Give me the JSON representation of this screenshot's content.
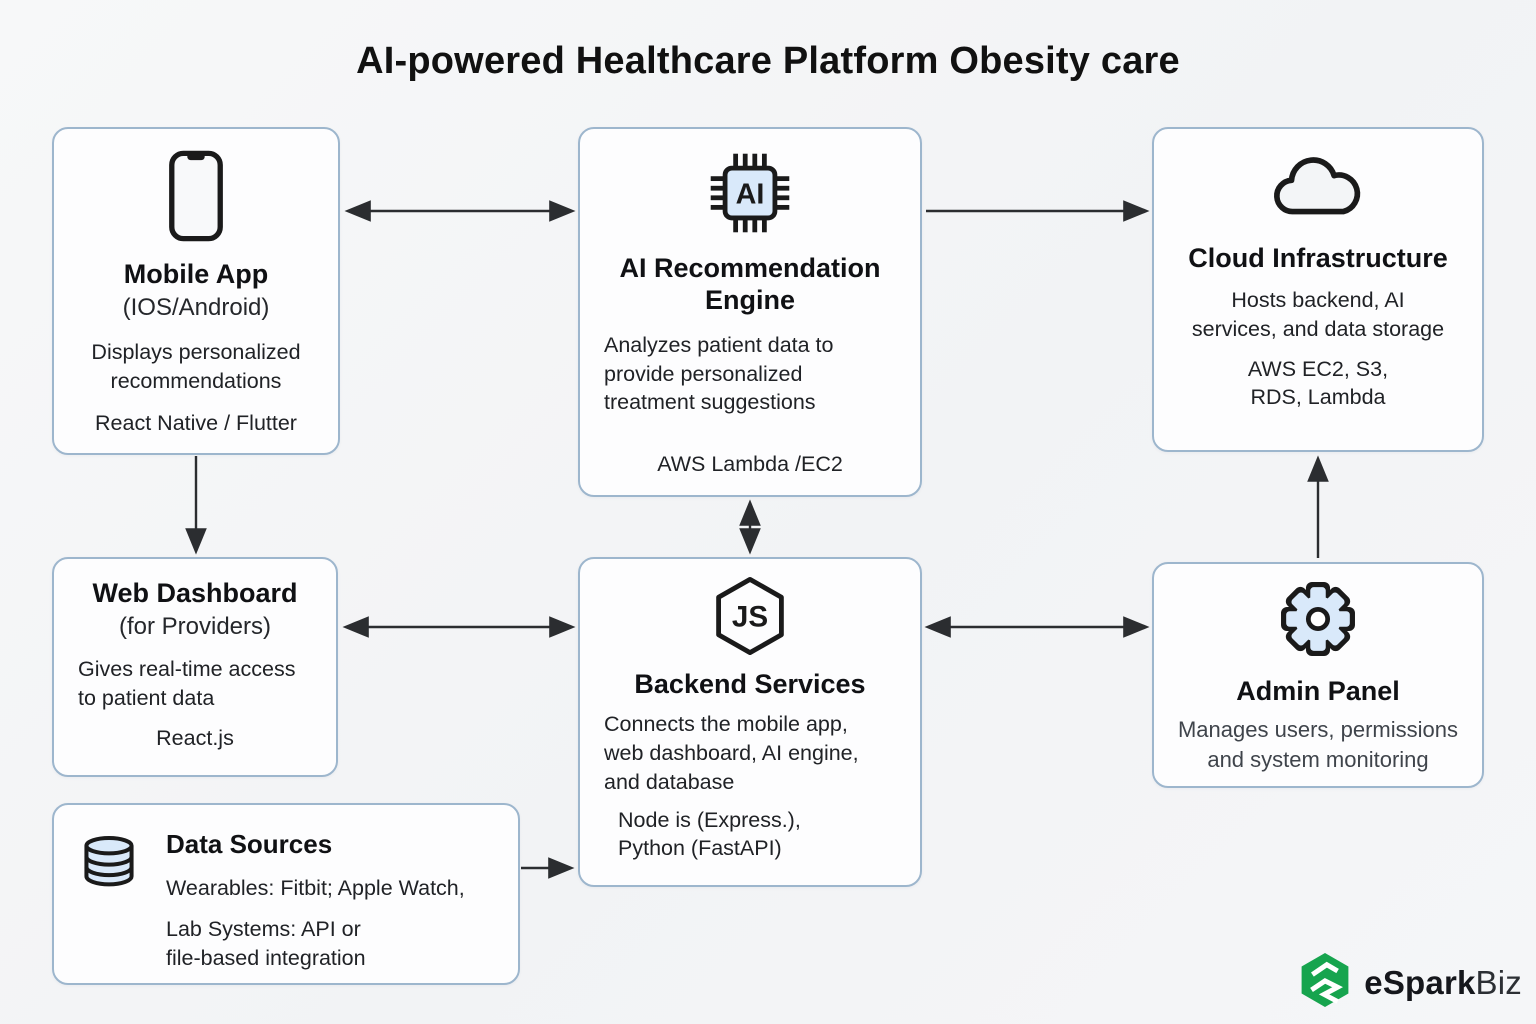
{
  "title": "AI-powered Healthcare Platform Obesity care",
  "nodes": {
    "mobile_app": {
      "icon": "smartphone-icon",
      "title": "Mobile App",
      "subtitle": "(IOS/Android)",
      "description": "Displays personalized\nrecommendations",
      "tech": "React Native / Flutter"
    },
    "ai_engine": {
      "icon": "ai-chip-icon",
      "chip_label": "AI",
      "title": "AI Recommendation\nEngine",
      "description": "Analyzes patient data to\nprovide personalized\ntreatment suggestions",
      "tech": "AWS Lambda /EC2"
    },
    "cloud": {
      "icon": "cloud-icon",
      "title": "Cloud Infrastructure",
      "description": "Hosts backend, AI\nservices, and data storage",
      "tech": "AWS EC2, S3,\nRDS, Lambda"
    },
    "web_dashboard": {
      "title": "Web Dashboard",
      "subtitle": "(for Providers)",
      "description": "Gives real-time access\nto patient data",
      "tech": "React.js"
    },
    "backend": {
      "icon": "nodejs-icon",
      "icon_label": "JS",
      "title": "Backend Services",
      "description": "Connects the mobile app,\nweb dashboard, AI engine,\nand database",
      "tech": "Node is (Express.),\nPython (FastAPI)"
    },
    "admin": {
      "icon": "gear-icon",
      "title": "Admin Panel",
      "description": "Manages users, permissions\nand system monitoring"
    },
    "data_sources": {
      "icon": "database-icon",
      "title": "Data Sources",
      "line1": "Wearables: Fitbit; Apple Watch,",
      "line2": "Lab Systems: API or\nfile-based integration"
    }
  },
  "branding": {
    "name_bold": "eSpark",
    "name_light": "Biz"
  },
  "colors": {
    "box_border": "#9db6cd",
    "icon_accent_fill": "#d9e9fa",
    "arrow": "#2b2d30",
    "brand_green": "#16a44e",
    "text": "#1a1a1a"
  }
}
